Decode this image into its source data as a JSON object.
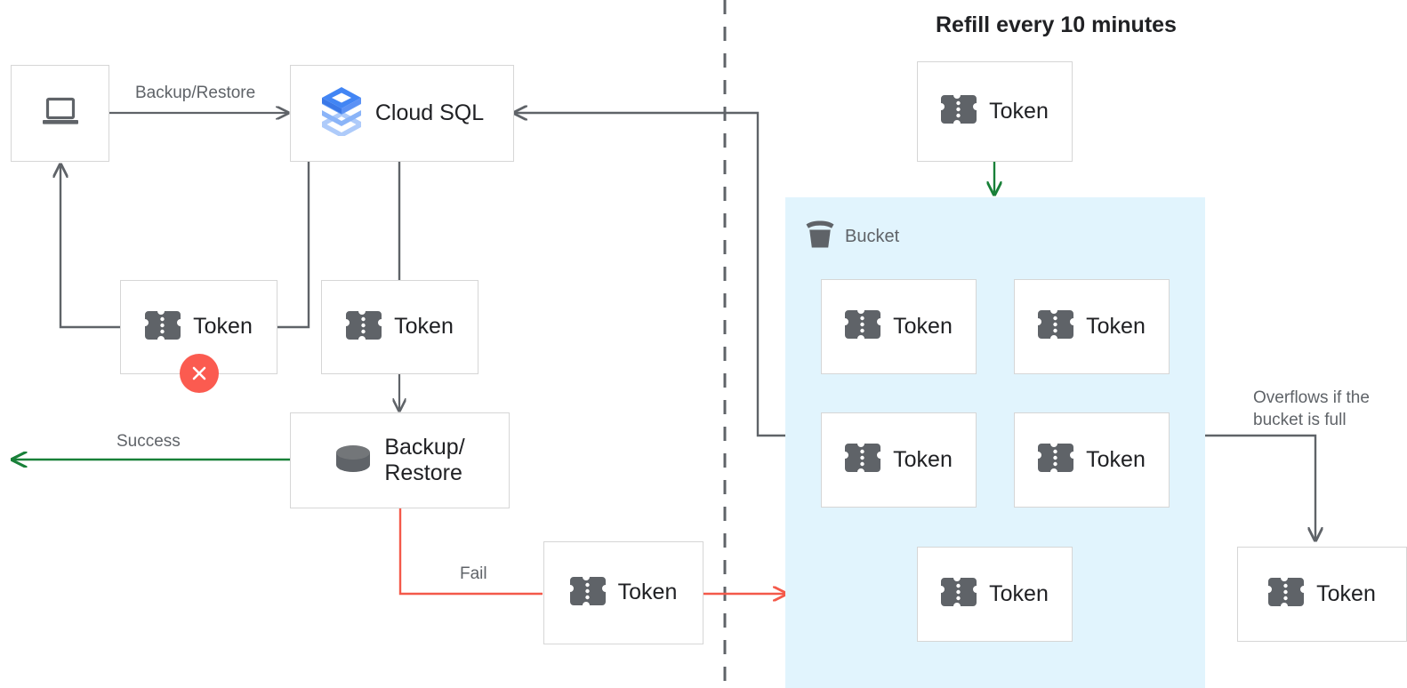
{
  "diagram": {
    "title": "Refill every 10 minutes",
    "colors": {
      "gray_edge": "#5f6368",
      "green_edge": "#188038",
      "red_edge": "#f4594a",
      "bucket_fill": "#e1f4fd",
      "node_border": "#d6d6d6",
      "badge_red": "#fb5b50",
      "cloudsql_blue": "#4285f4",
      "icon_gray": "#5f6368"
    },
    "nodes": [
      {
        "id": "client",
        "label": "",
        "icon": "laptop-icon"
      },
      {
        "id": "cloud-sql",
        "label": "Cloud SQL",
        "icon": "cloud-sql-icon"
      },
      {
        "id": "token-failed",
        "label": "Token",
        "icon": "token-icon"
      },
      {
        "id": "token-request",
        "label": "Token",
        "icon": "token-icon"
      },
      {
        "id": "backup-restore",
        "label": "Backup/\nRestore",
        "icon": "database-icon"
      },
      {
        "id": "token-fail",
        "label": "Token",
        "icon": "token-icon"
      },
      {
        "id": "token-refill",
        "label": "Token",
        "icon": "token-icon"
      },
      {
        "id": "token-b1",
        "label": "Token",
        "icon": "token-icon"
      },
      {
        "id": "token-b2",
        "label": "Token",
        "icon": "token-icon"
      },
      {
        "id": "token-b3",
        "label": "Token",
        "icon": "token-icon"
      },
      {
        "id": "token-b4",
        "label": "Token",
        "icon": "token-icon"
      },
      {
        "id": "token-b5",
        "label": "Token",
        "icon": "token-icon"
      },
      {
        "id": "token-overflow",
        "label": "Token",
        "icon": "token-icon"
      }
    ],
    "bucket": {
      "label": "Bucket",
      "icon": "bucket-icon"
    },
    "edge_labels": {
      "backup_restore": "Backup/Restore",
      "success": "Success",
      "fail": "Fail",
      "overflow": "Overflows if the\nbucket is full"
    }
  }
}
